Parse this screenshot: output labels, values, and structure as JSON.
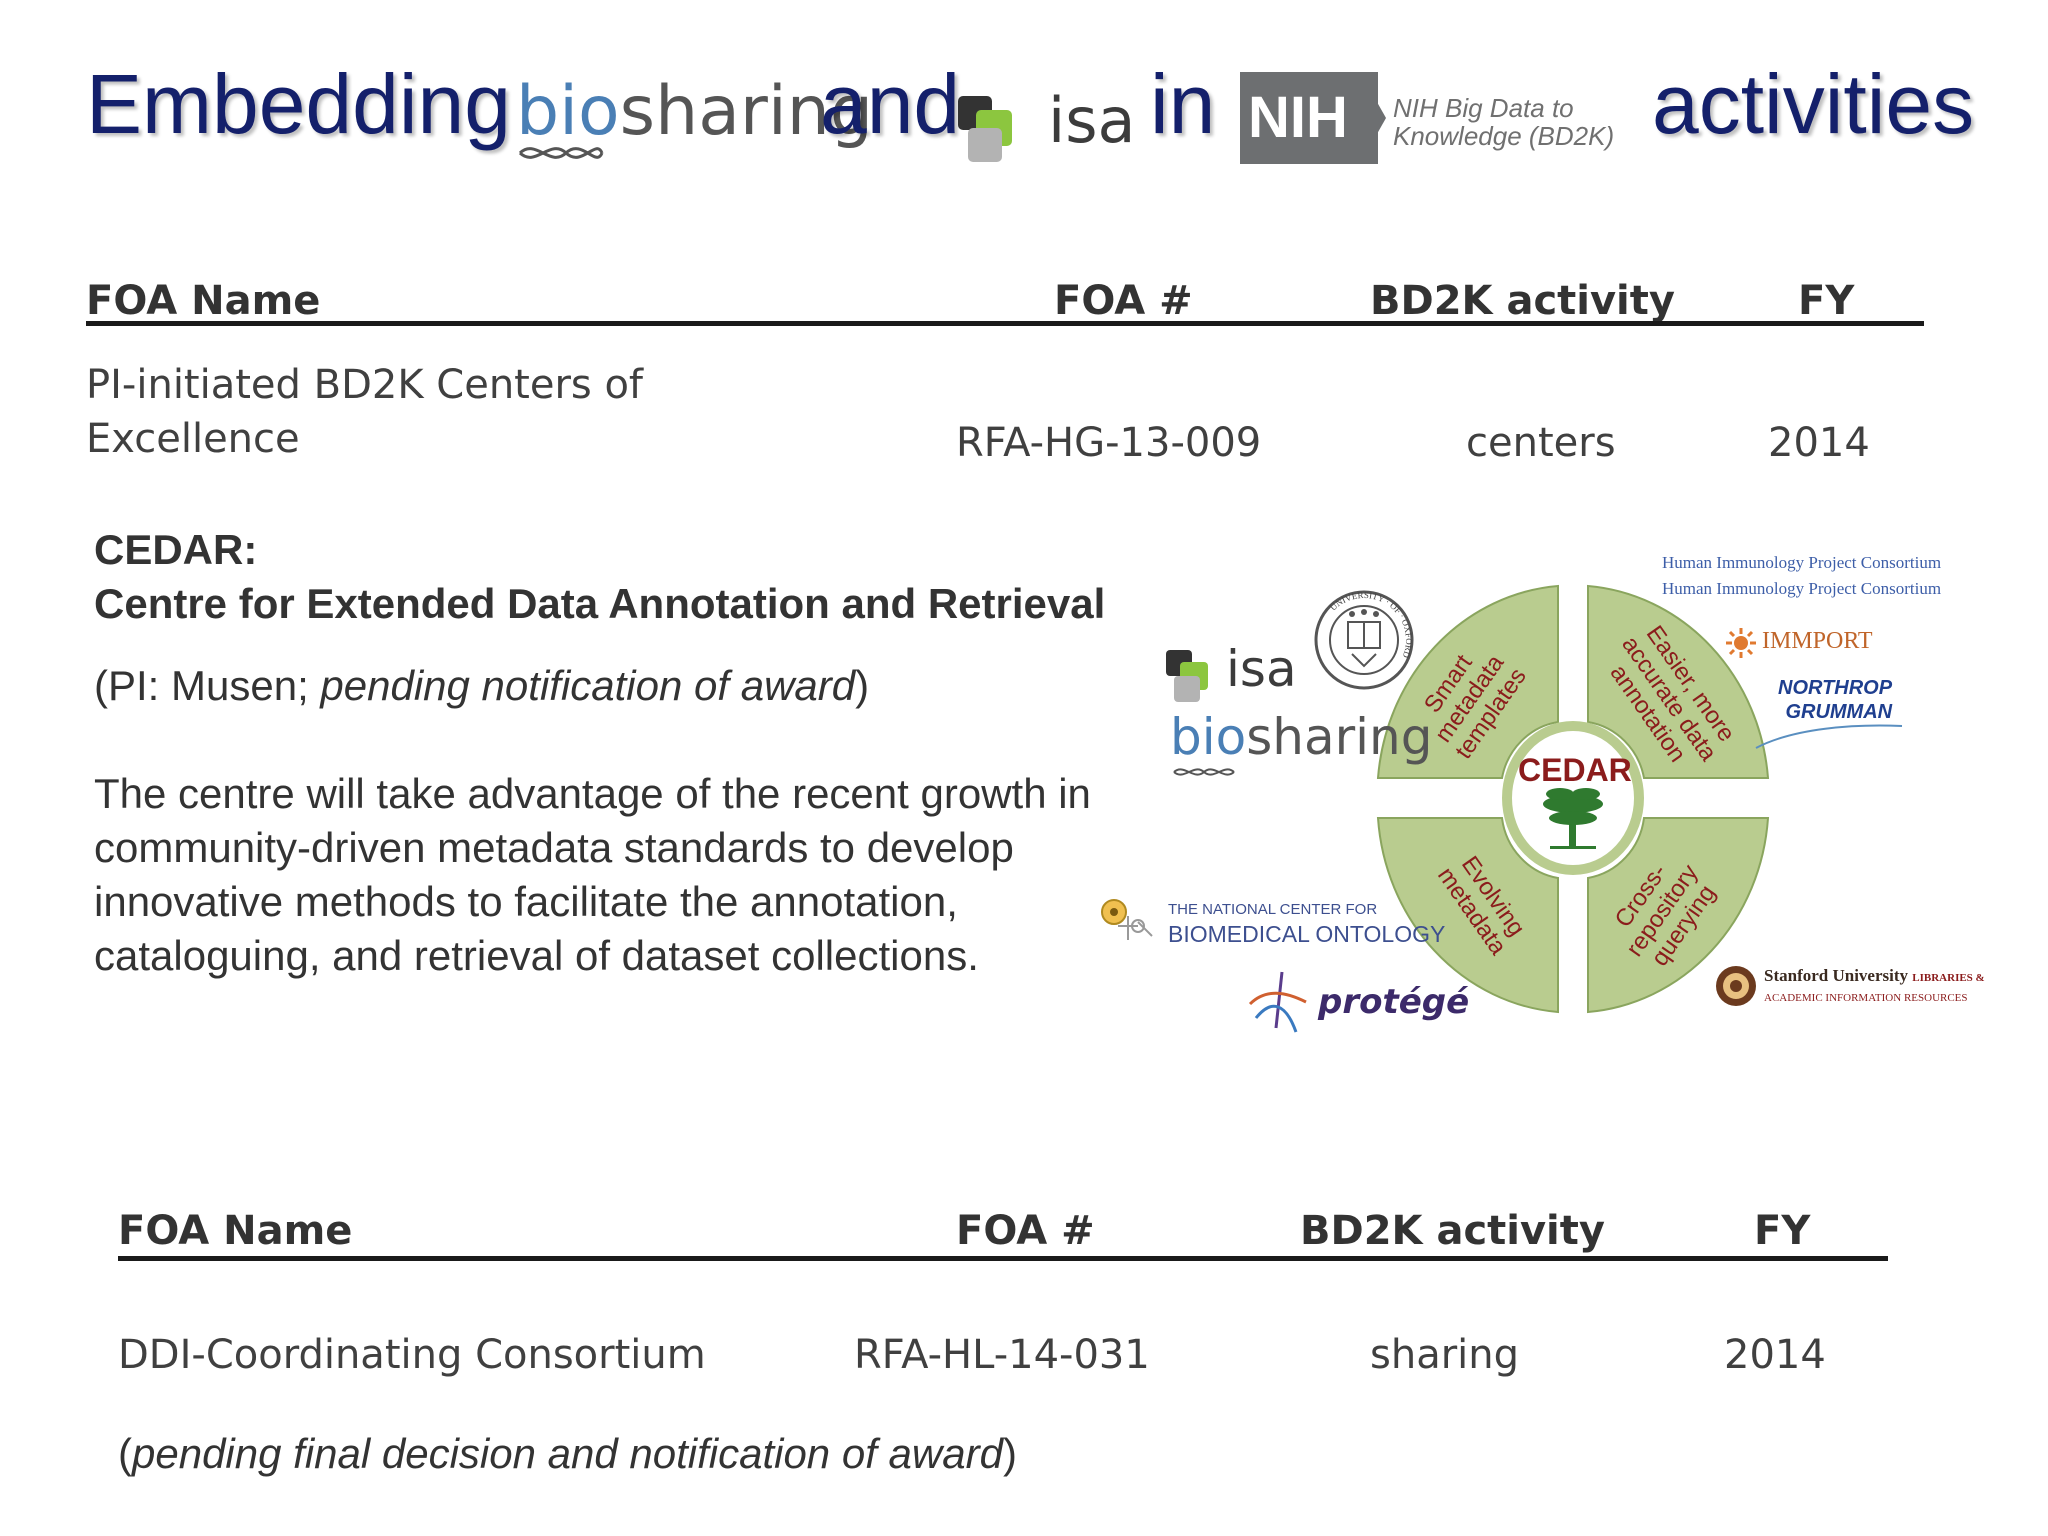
{
  "title": {
    "word1": "Embedding",
    "logo_biosharing_bio": "bio",
    "logo_biosharing_rest": "sharing",
    "word2": "and",
    "logo_isa": "isa",
    "word3": "in",
    "nih_logo": "NIH",
    "nih_sub_line1": "NIH Big Data to",
    "nih_sub_line2": "Knowledge (BD2K)",
    "word4": "activities"
  },
  "table1": {
    "headers": [
      "FOA Name",
      "FOA #",
      "BD2K activity",
      "FY"
    ],
    "row": {
      "name_line1": "PI-initiated BD2K Centers of",
      "name_line2": "Excellence",
      "foa": "RFA-HG-13-009",
      "activity": "centers",
      "fy": "2014"
    }
  },
  "cedar": {
    "heading": "CEDAR:",
    "subheading": "Centre for Extended Data Annotation and Retrieval",
    "pi_prefix": "(PI: Musen; ",
    "pi_italic": "pending notification of award",
    "pi_suffix": ")",
    "description": [
      "The centre will take advantage of the recent growth in",
      "community-driven metadata standards to develop",
      "innovative methods to facilitate the annotation,",
      "cataloguing, and retrieval of dataset collections."
    ]
  },
  "diagram": {
    "center_label": "CEDAR",
    "quadrants": {
      "top_left": [
        "Smart",
        "metadata",
        "templates"
      ],
      "top_right": [
        "Easier, more",
        "accurate data",
        "annotation"
      ],
      "bottom_left": [
        "Evolving",
        "metadata"
      ],
      "bottom_right": [
        "Cross-",
        "repository",
        "querying"
      ]
    },
    "logos": {
      "isa": "isa",
      "biosharing_bio": "bio",
      "biosharing_rest": "sharing",
      "oxford_ring": "UNIVERSITY · OF · OXFORD",
      "hipc_line1": "Human Immunology Project Consortium",
      "hipc_line2": "Human Immunology Project Consortium",
      "immport": "IMMPORT",
      "northrop_line1": "NORTHROP",
      "northrop_line2": "GRUMMAN",
      "ncbo_line1": "THE NATIONAL CENTER FOR",
      "ncbo_line2": "BIOMEDICAL ONTOLOGY",
      "protege": "protégé",
      "stanford_line1": "Stanford University",
      "stanford_line1_small": "LIBRARIES &",
      "stanford_line2": "ACADEMIC INFORMATION RESOURCES"
    },
    "colors": {
      "quadrant_fill": "#b9cc8f",
      "quadrant_stroke": "#8aa55e",
      "center_text": "#8b1c1c",
      "tree": "#2f7a2f"
    }
  },
  "table2": {
    "headers": [
      "FOA Name",
      "FOA #",
      "BD2K activity",
      "FY"
    ],
    "row": {
      "name": "DDI-Coordinating Consortium",
      "foa": "RFA-HL-14-031",
      "activity": "sharing",
      "fy": "2014"
    },
    "note_prefix": "(",
    "note_italic": "pending final decision and notification of award",
    "note_suffix": ")"
  },
  "colors": {
    "title": "#14206b",
    "text": "#333333",
    "nih_gray": "#6d6f71",
    "isa_dark": "#333333",
    "isa_green": "#8cc63f",
    "isa_gray": "#b3b3b3"
  }
}
